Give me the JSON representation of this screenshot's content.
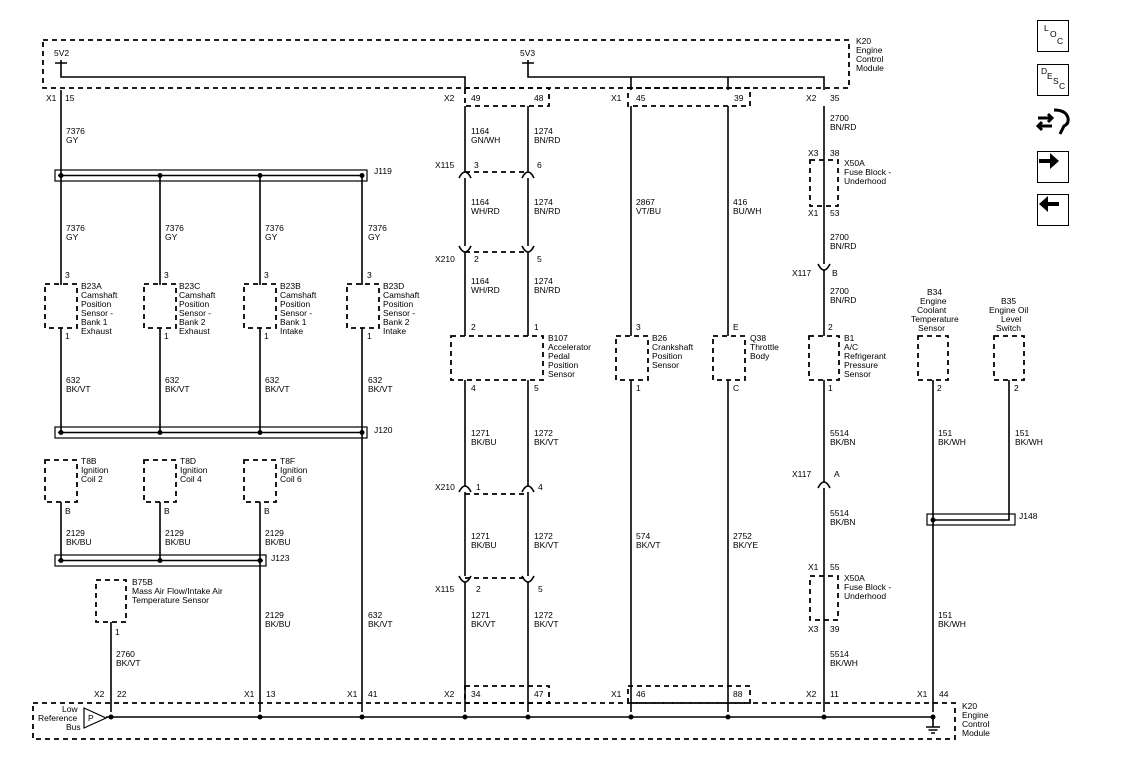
{
  "nav": {
    "loc_letters": [
      "L",
      "O",
      "C"
    ],
    "desc_letters": [
      "D",
      "E",
      "S",
      "C"
    ],
    "tool_icon": "wrench-arrows-icon",
    "next_icon": "arrow-right-icon",
    "prev_icon": "arrow-left-icon"
  },
  "ecm_top": {
    "ref": "K20",
    "name": [
      "Engine",
      "Control",
      "Module"
    ],
    "supply_left": "5V2",
    "supply_right": "5V3"
  },
  "ecm_bottom": {
    "ref": "K20",
    "name": [
      "Engine",
      "Control",
      "Module"
    ],
    "bus_label": [
      "Low",
      "Reference",
      "Bus"
    ],
    "bus_letter": "P"
  },
  "connectors": {
    "top": [
      {
        "conn": "X1",
        "pin": "15"
      },
      {
        "conn": "X2",
        "pin": "49"
      },
      {
        "pin": "48"
      },
      {
        "conn": "X1",
        "pin": "45"
      },
      {
        "pin": "39"
      },
      {
        "conn": "X2",
        "pin": "35"
      }
    ],
    "bottom": [
      {
        "conn": "X2",
        "pin": "22"
      },
      {
        "conn": "X1",
        "pin": "13"
      },
      {
        "conn": "X1",
        "pin": "41"
      },
      {
        "conn": "X2",
        "pin": "34"
      },
      {
        "pin": "47"
      },
      {
        "conn": "X1",
        "pin": "46"
      },
      {
        "pin": "88"
      },
      {
        "conn": "X2",
        "pin": "11"
      },
      {
        "conn": "X1",
        "pin": "44"
      }
    ]
  },
  "wires": {
    "w7376_a": [
      "7376",
      "GY"
    ],
    "w7376_b": [
      "7376",
      "GY"
    ],
    "w7376_c": [
      "7376",
      "GY"
    ],
    "w7376_d": [
      "7376",
      "GY"
    ],
    "w7376_e": [
      "7376",
      "GY"
    ],
    "w632_a": [
      "632",
      "BK/VT"
    ],
    "w632_b": [
      "632",
      "BK/VT"
    ],
    "w632_c": [
      "632",
      "BK/VT"
    ],
    "w632_d": [
      "632",
      "BK/VT"
    ],
    "w632_e": [
      "632",
      "BK/VT"
    ],
    "w2129_a": [
      "2129",
      "BK/BU"
    ],
    "w2129_b": [
      "2129",
      "BK/BU"
    ],
    "w2129_c": [
      "2129",
      "BK/BU"
    ],
    "w2129_d": [
      "2129",
      "BK/BU"
    ],
    "w2760": [
      "2760",
      "BK/VT"
    ],
    "w1164_a": [
      "1164",
      "GN/WH"
    ],
    "w1164_b": [
      "1164",
      "WH/RD"
    ],
    "w1164_c": [
      "1164",
      "WH/RD"
    ],
    "w1274_a": [
      "1274",
      "BN/RD"
    ],
    "w1274_b": [
      "1274",
      "BN/RD"
    ],
    "w1274_c": [
      "1274",
      "BN/RD"
    ],
    "w1271_a": [
      "1271",
      "BK/BU"
    ],
    "w1271_b": [
      "1271",
      "BK/BU"
    ],
    "w1271_c": [
      "1271",
      "BK/VT"
    ],
    "w1272_a": [
      "1272",
      "BK/VT"
    ],
    "w1272_b": [
      "1272",
      "BK/VT"
    ],
    "w1272_c": [
      "1272",
      "BK/VT"
    ],
    "w2867": [
      "2867",
      "VT/BU"
    ],
    "w574": [
      "574",
      "BK/VT"
    ],
    "w416": [
      "416",
      "BU/WH"
    ],
    "w2752": [
      "2752",
      "BK/YE"
    ],
    "w2700_a": [
      "2700",
      "BN/RD"
    ],
    "w2700_b": [
      "2700",
      "BN/RD"
    ],
    "w2700_c": [
      "2700",
      "BN/RD"
    ],
    "w5514_a": [
      "5514",
      "BK/BN"
    ],
    "w5514_b": [
      "5514",
      "BK/BN"
    ],
    "w5514_c": [
      "5514",
      "BK/WH"
    ],
    "w151_a": [
      "151",
      "BK/WH"
    ],
    "w151_b": [
      "151",
      "BK/WH"
    ],
    "w151_c": [
      "151",
      "BK/WH"
    ]
  },
  "splices": {
    "j119": "J119",
    "j120": "J120",
    "j123": "J123",
    "j148": "J148"
  },
  "inline": {
    "x115_top": {
      "ref": "X115",
      "pins": [
        "3",
        "6"
      ]
    },
    "x210_top": {
      "ref": "X210",
      "pins": [
        "2",
        "5"
      ]
    },
    "x210_bot": {
      "ref": "X210",
      "pins": [
        "1",
        "4"
      ]
    },
    "x115_bot": {
      "ref": "X115",
      "pins": [
        "2",
        "5"
      ]
    },
    "x117_top": {
      "ref": "X117",
      "pin": "B"
    },
    "x117_bot": {
      "ref": "X117",
      "pin": "A"
    }
  },
  "fuses": {
    "top": {
      "ref": "X50A",
      "name": [
        "Fuse Block -",
        "Underhood"
      ],
      "conn_in": "X3",
      "pin_in": "38",
      "conn_out": "X1",
      "pin_out": "53"
    },
    "bottom": {
      "ref": "X50A",
      "name": [
        "Fuse Block -",
        "Underhood"
      ],
      "conn_in": "X1",
      "pin_in": "55",
      "conn_out": "X3",
      "pin_out": "39"
    }
  },
  "components": {
    "b23a": {
      "ref": "B23A",
      "lines": [
        "Camshaft",
        "Position",
        "Sensor -",
        "Bank 1",
        "Exhaust"
      ],
      "pin_top": "3",
      "pin_bot": "1"
    },
    "b23c": {
      "ref": "B23C",
      "lines": [
        "Camshaft",
        "Position",
        "Sensor -",
        "Bank 2",
        "Exhaust"
      ],
      "pin_top": "3",
      "pin_bot": "1"
    },
    "b23b": {
      "ref": "B23B",
      "lines": [
        "Camshaft",
        "Position",
        "Sensor -",
        "Bank 1",
        "Intake"
      ],
      "pin_top": "3",
      "pin_bot": "1"
    },
    "b23d": {
      "ref": "B23D",
      "lines": [
        "Camshaft",
        "Position",
        "Sensor -",
        "Bank 2",
        "Intake"
      ],
      "pin_top": "3",
      "pin_bot": "1"
    },
    "t8b": {
      "ref": "T8B",
      "lines": [
        "Ignition",
        "Coil 2"
      ],
      "pin_bot": "B"
    },
    "t8d": {
      "ref": "T8D",
      "lines": [
        "Ignition",
        "Coil 4"
      ],
      "pin_bot": "B"
    },
    "t8f": {
      "ref": "T8F",
      "lines": [
        "Ignition",
        "Coil 6"
      ],
      "pin_bot": "B"
    },
    "b75b": {
      "ref": "B75B",
      "lines": [
        "Mass Air Flow/Intake Air",
        "Temperature Sensor"
      ],
      "pin_bot": "1"
    },
    "b107": {
      "ref": "B107",
      "lines": [
        "Accelerator",
        "Pedal",
        "Position",
        "Sensor"
      ],
      "pin_top_l": "2",
      "pin_top_r": "1",
      "pin_bot_l": "4",
      "pin_bot_r": "5"
    },
    "b26": {
      "ref": "B26",
      "lines": [
        "Crankshaft",
        "Position",
        "Sensor"
      ],
      "pin_top": "3",
      "pin_bot": "1"
    },
    "q38": {
      "ref": "Q38",
      "lines": [
        "Throttle",
        "Body"
      ],
      "pin_top": "E",
      "pin_bot": "C"
    },
    "b1": {
      "ref": "B1",
      "lines": [
        "A/C",
        "Refrigerant",
        "Pressure",
        "Sensor"
      ],
      "pin_top": "2",
      "pin_bot": "1"
    },
    "b34": {
      "ref": "B34",
      "lines": [
        "Engine",
        "Coolant",
        "Temperature",
        "Sensor"
      ],
      "pin_bot": "2"
    },
    "b35": {
      "ref": "B35",
      "lines": [
        "Engine Oil",
        "Level",
        "Switch"
      ],
      "pin_bot": "2"
    }
  }
}
